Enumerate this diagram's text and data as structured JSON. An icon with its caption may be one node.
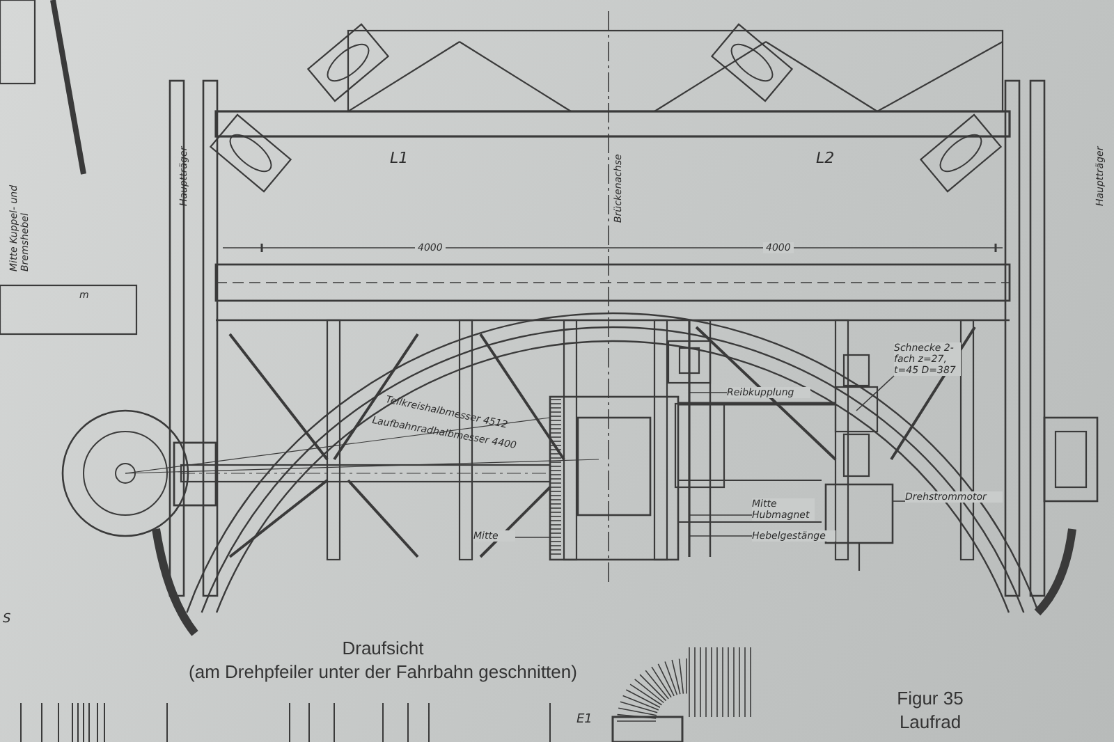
{
  "diagram": {
    "title": "Draufsicht",
    "caption": "(am Drehpfeiler unter der Fahrbahn geschnitten)",
    "nodes": [
      {
        "text": [
          "Reibkupplung"
        ]
      },
      {
        "text": [
          "Schnecke 2-fach z=27, t=45 D=387"
        ]
      },
      {
        "text": [
          "Drehstrommotor"
        ]
      },
      {
        "text": [
          "Mitte Hubmagnet"
        ]
      },
      {
        "text": [
          "Hebelgestänge"
        ]
      },
      {
        "text": [
          "Mitte"
        ]
      }
    ],
    "edges": [
      {
        "from": 0,
        "to": null,
        "arrow": "none"
      },
      {
        "from": 1,
        "to": null,
        "arrow": "none"
      },
      {
        "from": 2,
        "to": null,
        "arrow": "none"
      },
      {
        "from": 3,
        "to": null,
        "arrow": "none"
      },
      {
        "from": 4,
        "to": null,
        "arrow": "none"
      },
      {
        "from": 5,
        "to": null,
        "arrow": "none"
      }
    ],
    "labels": [
      "Mitte Kuppel- und Bremshebel",
      "m",
      "Hauptträger",
      "L1",
      "Brückenachse",
      "L2",
      "Hauptträger",
      "4000",
      "4000",
      "Teilkreishalbmesser 4512",
      "Laufbahnradhalbmesser 4400",
      "S",
      "E1",
      "Figur 35",
      "Laufrad"
    ]
  }
}
